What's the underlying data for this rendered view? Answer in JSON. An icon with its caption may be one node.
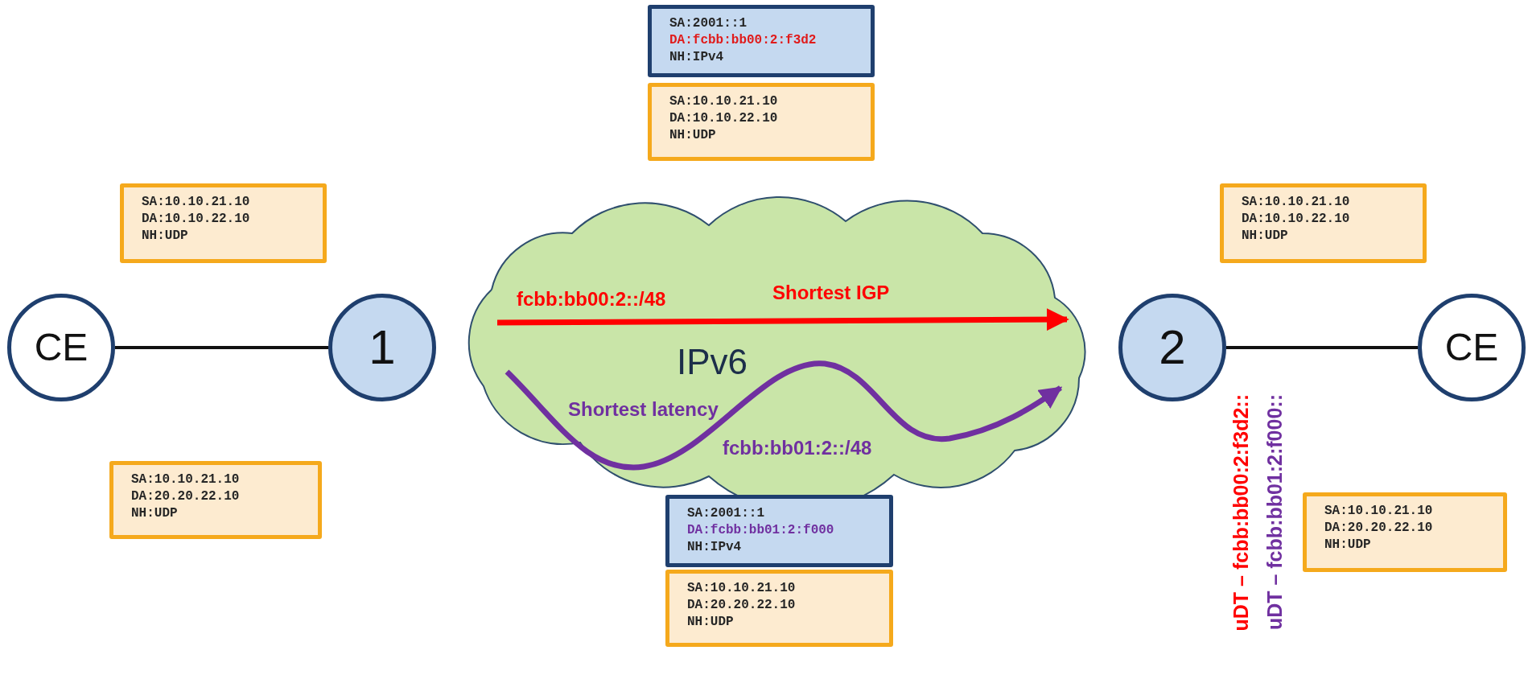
{
  "diagram": {
    "nodes": [
      {
        "text": [
          "SA:2001::1",
          "DA:fcbb:bb00:2:f3d2",
          "NH:IPv4"
        ]
      },
      {
        "text": [
          "SA:10.10.21.10",
          "DA:10.10.22.10",
          "NH:UDP"
        ]
      },
      {
        "text": [
          "SA:10.10.21.10",
          "DA:10.10.22.10",
          "NH:UDP"
        ]
      },
      {
        "text": [
          "SA:10.10.21.10",
          "DA:10.10.22.10",
          "NH:UDP"
        ]
      },
      {
        "text": [
          "CE"
        ]
      },
      {
        "text": [
          "1"
        ]
      },
      {
        "text": [
          "IPv6"
        ]
      },
      {
        "text": [
          "2"
        ]
      },
      {
        "text": [
          "CE"
        ]
      },
      {
        "text": [
          "SA:10.10.21.10",
          "DA:20.20.22.10",
          "NH:UDP"
        ]
      },
      {
        "text": [
          "SA:2001::1",
          "DA:fcbb:bb01:2:f000",
          "NH:IPv4"
        ]
      },
      {
        "text": [
          "SA:10.10.21.10",
          "DA:20.20.22.10",
          "NH:UDP"
        ]
      },
      {
        "text": [
          "SA:10.10.21.10",
          "DA:20.20.22.10",
          "NH:UDP"
        ]
      }
    ],
    "edges": [
      {
        "from": 4,
        "to": 5,
        "arrow": "none"
      },
      {
        "from": 7,
        "to": 8,
        "arrow": "none"
      }
    ],
    "labels": [
      "fcbb:bb00:2::/48",
      "Shortest IGP",
      "Shortest latency",
      "fcbb:bb01:2::/48",
      "uDT – fcbb:bb00:2:f3d2::",
      "uDT – fcbb:bb01:2:f000::"
    ]
  }
}
